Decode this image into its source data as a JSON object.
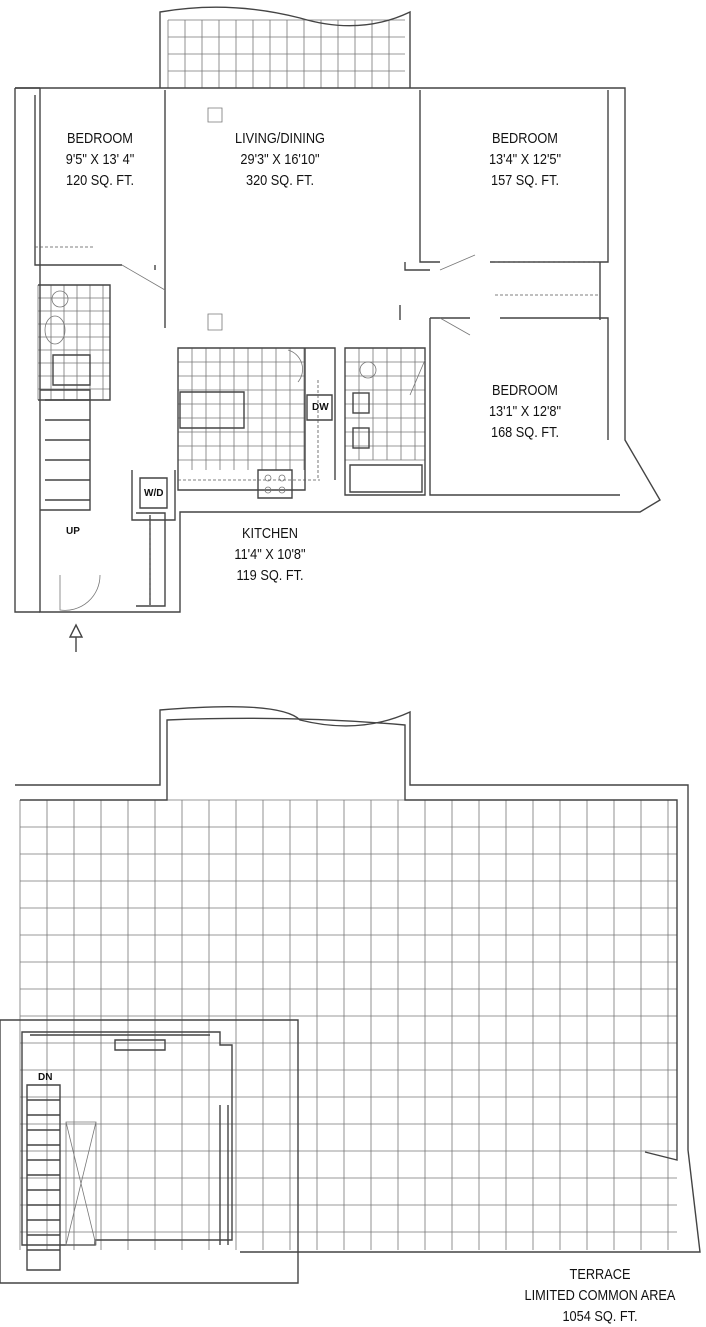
{
  "rooms": {
    "bedroom_1": {
      "name": "BEDROOM",
      "dims": "9'5\" X 13' 4\"",
      "area": "120 SQ. FT."
    },
    "living_dining": {
      "name": "LIVING/DINING",
      "dims": "29'3\" X 16'10\"",
      "area": "320 SQ. FT."
    },
    "bedroom_2": {
      "name": "BEDROOM",
      "dims": "13'4\" X 12'5\"",
      "area": "157 SQ. FT."
    },
    "bedroom_3": {
      "name": "BEDROOM",
      "dims": "13'1\" X 12'8\"",
      "area": "168 SQ. FT."
    },
    "kitchen": {
      "name": "KITCHEN",
      "dims": "11'4\" X 10'8\"",
      "area": "119 SQ. FT."
    },
    "terrace": {
      "name": "TERRACE",
      "subtitle": "LIMITED COMMON AREA",
      "area": "1054 SQ. FT."
    }
  },
  "fixtures": {
    "dishwasher": "DW",
    "washer_dryer": "W/D",
    "stairs_up": "UP",
    "stairs_down": "DN"
  }
}
